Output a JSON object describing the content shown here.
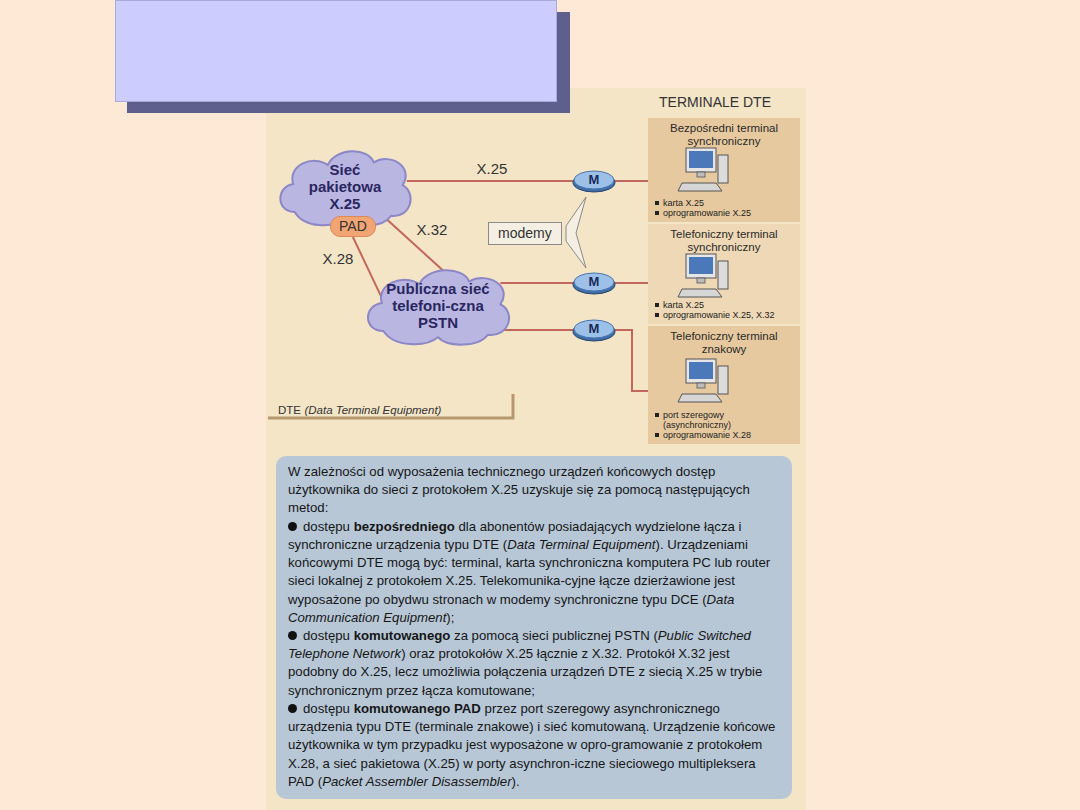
{
  "diagram": {
    "nodes": [
      {
        "text": [
          "Sieć pakietowa X.25"
        ]
      },
      {
        "text": [
          "PAD"
        ]
      },
      {
        "text": [
          "modemy"
        ]
      },
      {
        "text": [
          "Publiczna sieć telefoni-czna PSTN"
        ]
      },
      {
        "text": [
          "M"
        ]
      },
      {
        "text": [
          "M"
        ]
      },
      {
        "text": [
          "M"
        ]
      },
      {
        "text": [
          "Bezpośredni terminal synchroniczny",
          "karta X.25",
          "oprogramowanie X.25"
        ]
      },
      {
        "text": [
          "Telefoniczny terminal synchroniczny",
          "karta X.25",
          "oprogramowanie X.25, X.32"
        ]
      },
      {
        "text": [
          "Telefoniczny terminal znakowy",
          "port szeregowy (asynchroniczny)",
          "oprogramowanie X.28"
        ]
      },
      {
        "text": [
          "W zależności od wyposażenia technicznego urządzeń końcowych dostęp użytkownika do sieci z protokołem X.25 uzyskuje się za pomocą następujących metod:",
          "dostępu",
          "bezpośredniego",
          "dla abonentów posiadających wydzielone łącza i synchroniczne urządzenia typu DTE (",
          "Data Terminal Equipment",
          "). Urządzeniami końcowymi DTE mogą być: terminal, karta synchroniczna komputera PC lub router sieci lokalnej z protokołem X.25. Telekomunika-cyjne łącze dzierżawione jest wyposażone po obydwu stronach w modemy synchroniczne typu DCE (",
          "Data Communication Equipment",
          ");",
          "dostępu",
          "komutowanego",
          "za pomocą sieci publicznej PSTN (",
          "Public Switched Telephone Network",
          ") oraz protokołów X.25 łącznie z X.32. Protokół X.32 jest podobny do X.25, lecz umożliwia połączenia urządzeń DTE z siecią X.25 w trybie synchronicznym przez łącza komutowane;",
          "dostępu",
          "komutowanego PAD",
          "przez port szeregowy asynchronicznego urządzenia typu DTE (terminale znakowe) i sieć komutowaną. Urządzenie końcowe użytkownika w tym przypadku jest wyposażone w opro-gramowanie z protokołem X.28, a sieć pakietowa (X.25) w porty asynchron-iczne sieciowego multipleksera PAD (",
          "Packet Assembler Disassembler",
          ")."
        ]
      }
    ],
    "edges": [
      {
        "from": 0,
        "to": 4,
        "label": "X.25",
        "arrow": "none"
      },
      {
        "from": 0,
        "to": 3,
        "label": "X.32",
        "arrow": "none"
      },
      {
        "from": 1,
        "to": 3,
        "label": "X.28",
        "arrow": "none"
      },
      {
        "from": 3,
        "to": 5,
        "arrow": "none"
      },
      {
        "from": 3,
        "to": 6,
        "arrow": "none"
      },
      {
        "from": 4,
        "to": 7,
        "arrow": "none"
      },
      {
        "from": 5,
        "to": 8,
        "arrow": "none"
      },
      {
        "from": 6,
        "to": 9,
        "arrow": "none"
      }
    ],
    "labels": [
      "TERMINALE DTE",
      "DTE",
      "(Data Terminal Equipment)"
    ]
  }
}
